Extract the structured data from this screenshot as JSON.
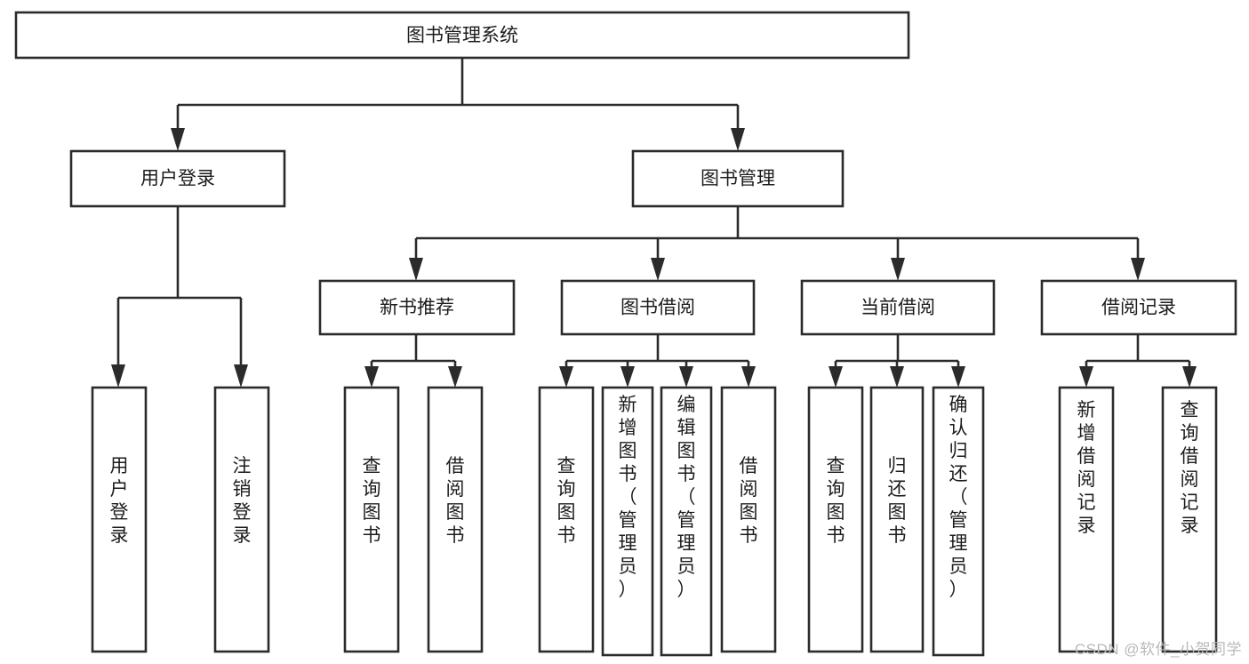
{
  "diagram": {
    "title": "图书管理系统",
    "watermark": "CSDN @软件_小贺同学",
    "levels": {
      "root": {
        "label": "图书管理系统"
      },
      "level2": [
        {
          "id": "user-login",
          "label": "用户登录"
        },
        {
          "id": "book-management",
          "label": "图书管理"
        }
      ],
      "level3": [
        {
          "id": "new-book-recommend",
          "label": "新书推荐"
        },
        {
          "id": "book-borrow",
          "label": "图书借阅"
        },
        {
          "id": "current-borrow",
          "label": "当前借阅"
        },
        {
          "id": "borrow-record",
          "label": "借阅记录"
        }
      ],
      "leaves": {
        "user_login": [
          {
            "id": "leaf-user-login",
            "label": "用户登录"
          },
          {
            "id": "leaf-logout-login",
            "label": "注销登录"
          }
        ],
        "new_book_recommend": [
          {
            "id": "leaf-query-book-1",
            "label": "查询图书"
          },
          {
            "id": "leaf-borrow-book-1",
            "label": "借阅图书"
          }
        ],
        "book_borrow": [
          {
            "id": "leaf-query-book-2",
            "label": "查询图书"
          },
          {
            "id": "leaf-add-book-admin",
            "label": "新增图书（管理员）"
          },
          {
            "id": "leaf-edit-book-admin",
            "label": "编辑图书（管理员）"
          },
          {
            "id": "leaf-borrow-book-2",
            "label": "借阅图书"
          }
        ],
        "current_borrow": [
          {
            "id": "leaf-query-book-3",
            "label": "查询图书"
          },
          {
            "id": "leaf-return-book",
            "label": "归还图书"
          },
          {
            "id": "leaf-confirm-return-admin",
            "label": "确认归还（管理员）"
          }
        ],
        "borrow_record": [
          {
            "id": "leaf-add-borrow-record",
            "label": "新增借阅记录"
          },
          {
            "id": "leaf-query-borrow-record",
            "label": "查询借阅记录"
          }
        ]
      }
    },
    "colors": {
      "stroke": "#2b2b2b",
      "fill": "#ffffff",
      "text": "#1c1c1c",
      "watermark": "#b9b9b9"
    }
  }
}
